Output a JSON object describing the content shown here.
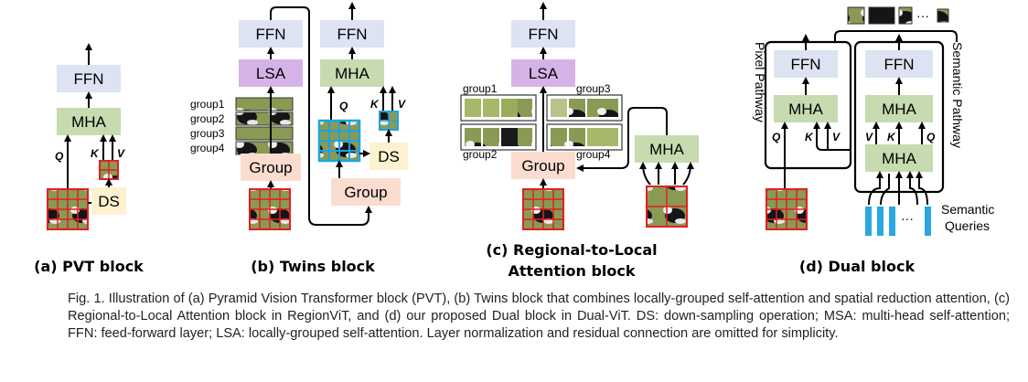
{
  "labels": {
    "ffn": "FFN",
    "mha": "MHA",
    "lsa": "LSA",
    "ds": "DS",
    "group": "Group",
    "q": "Q",
    "k": "K",
    "v": "V",
    "group1": "group1",
    "group2": "group2",
    "group3": "group3",
    "group4": "group4",
    "pixel_pathway": "Pixel Pathway",
    "semantic_pathway": "Semantic Pathway",
    "semantic_queries_1": "Semantic",
    "semantic_queries_2": "Queries",
    "ellipsis": "···"
  },
  "panels": {
    "a": "(a) PVT block",
    "b": "(b) Twins block",
    "c_line1": "(c) Regional-to-Local",
    "c_line2": "Attention block",
    "d": "(d) Dual block"
  },
  "caption": "Fig. 1. Illustration of (a) Pyramid Vision Transformer block (PVT), (b) Twins block that combines locally-grouped self-attention and spatial reduction attention, (c) Regional-to-Local Attention block in RegionViT, and (d) our proposed Dual block in Dual-ViT. DS: down-sampling operation; MSA: multi-head self-attention; FFN: feed-forward layer; LSA: locally-grouped self-attention. Layer normalization and residual connection are omitted for simplicity.",
  "colors": {
    "ffn": "#dde3f3",
    "mha": "#c6dbb0",
    "lsa": "#d5b3e6",
    "ds": "#fdf1cf",
    "group": "#fbdccf",
    "grid_red": "#e02020",
    "grid_blue": "#1fa3df",
    "query_blue": "#2aa6e0"
  }
}
